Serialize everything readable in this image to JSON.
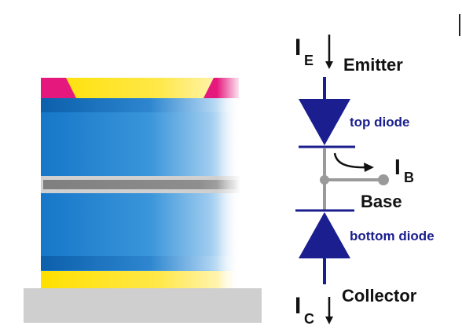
{
  "labels": {
    "emitter_current_main": "I",
    "emitter_current_sub": "E",
    "emitter": "Emitter",
    "top_diode": "top diode",
    "base_current_main": "I",
    "base_current_sub": "B",
    "base": "Base",
    "bottom_diode": "bottom diode",
    "collector": "Collector",
    "collector_current_main": "I",
    "collector_current_sub": "C"
  },
  "colors": {
    "diode_fill": "#1a1e8e",
    "label_blue": "#1a1e8e",
    "wire_gray": "#9a9a9a",
    "junction_gray": "#9a9a9a",
    "layer_blue": "#1f7fcf",
    "layer_blue_dark": "#0f67b4",
    "layer_yellow": "#ffe100",
    "layer_magenta": "#e5197d",
    "base_bar": "#8a8a8a",
    "substrate": "#cfcfcf",
    "text_dark": "#111111"
  }
}
